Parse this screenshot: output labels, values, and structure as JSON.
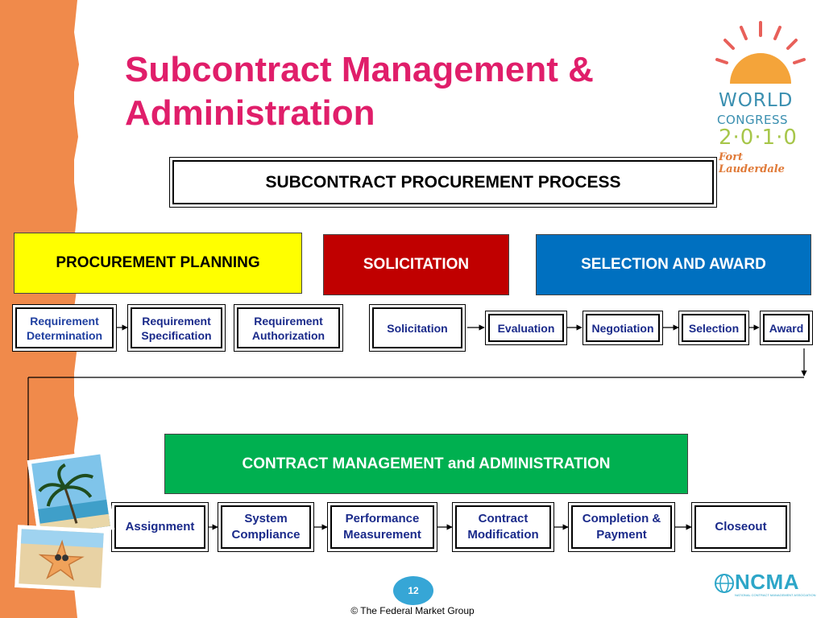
{
  "slide": {
    "title": "Subcontract Management & Administration",
    "slide_number": "12",
    "footer": "© The Federal Market Group"
  },
  "logo": {
    "line1": "WORLD",
    "line2": "CONGRESS",
    "line3": "2·0·1·0",
    "line4": "Fort Lauderdale",
    "colors": {
      "sun": "#f4a43a",
      "text": "#3a8fb0",
      "year": "#a7c64a",
      "city": "#e07a38"
    }
  },
  "sponsor_logo": {
    "text": "NCMA",
    "subtitle": "NATIONAL CONTRACT MANAGEMENT ASSOCIATION"
  },
  "diagram": {
    "header": "SUBCONTRACT PROCUREMENT PROCESS",
    "phases": {
      "planning": "PROCUREMENT PLANNING",
      "solicitation": "SOLICITATION",
      "selection": "SELECTION AND AWARD",
      "contract_management": "CONTRACT MANAGEMENT and ADMINISTRATION"
    },
    "top_steps": [
      "Requirement Determination",
      "Requirement Specification",
      "Requirement Authorization",
      "Solicitation",
      "Evaluation",
      "Negotiation",
      "Selection",
      "Award"
    ],
    "bottom_steps": [
      "Assignment",
      "System Compliance",
      "Performance Measurement",
      "Contract Modification",
      "Completion & Payment",
      "Closeout"
    ],
    "colors": {
      "planning": "#ffff00",
      "solicitation": "#c00000",
      "selection": "#0070c0",
      "contract_management": "#00b050",
      "title": "#e01e6a",
      "step_text": "#1f3fa0"
    }
  }
}
